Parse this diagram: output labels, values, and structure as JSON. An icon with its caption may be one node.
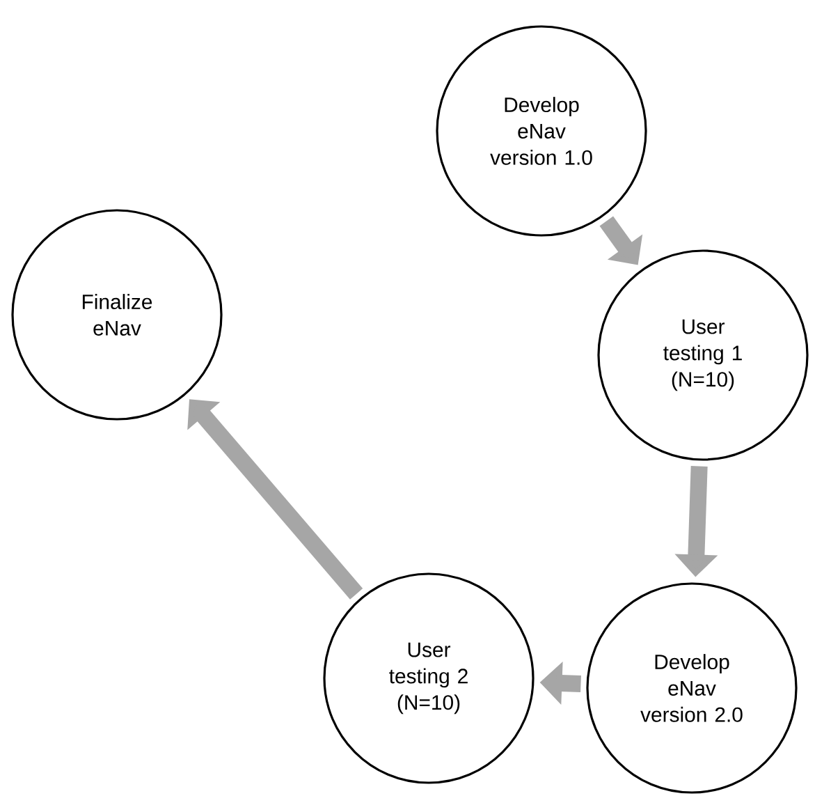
{
  "diagram": {
    "nodes": [
      {
        "text": [
          "Develop eNav version 1.0"
        ]
      },
      {
        "text": [
          "User testing 1 (N=10)"
        ]
      },
      {
        "text": [
          "Develop eNav version 2.0"
        ]
      },
      {
        "text": [
          "User testing 2 (N=10)"
        ]
      },
      {
        "text": [
          "Finalize eNav"
        ]
      }
    ],
    "edges": [
      {
        "from": 0,
        "to": 1,
        "arrow": "to"
      },
      {
        "from": 1,
        "to": 2,
        "arrow": "to"
      },
      {
        "from": 2,
        "to": 3,
        "arrow": "to"
      },
      {
        "from": 3,
        "to": 4,
        "arrow": "to"
      }
    ]
  }
}
